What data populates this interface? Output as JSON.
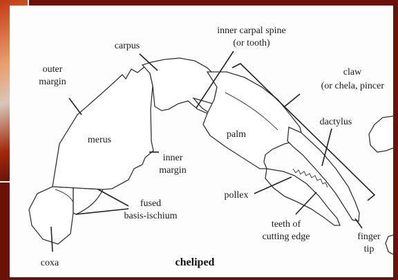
{
  "diagram": {
    "title": "cheliped",
    "labels": {
      "inner_carpal_spine_1": "inner carpal spine",
      "inner_carpal_spine_2": "(or tooth)",
      "carpus": "carpus",
      "outer_margin_1": "outer",
      "outer_margin_2": "margin",
      "claw_1": "claw",
      "claw_2": "(or chela, pincer",
      "merus": "merus",
      "palm": "palm",
      "dactylus": "dactylus",
      "inner_margin_1": "inner",
      "inner_margin_2": "margin",
      "pollex": "pollex",
      "fused_1": "fused",
      "fused_2": "basis-ischium",
      "teeth_1": "teeth of",
      "teeth_2": "cutting edge",
      "finger_tip_1": "finger",
      "finger_tip_2": "tip",
      "coxa": "coxa"
    }
  },
  "colors": {
    "background": "#6b1208",
    "panel": "#fdfdfd",
    "ink": "#1a1a1a"
  }
}
